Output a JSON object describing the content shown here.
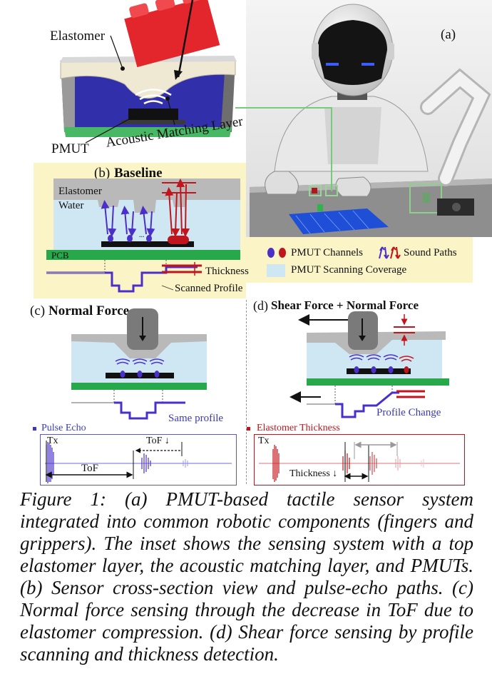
{
  "panel_a": {
    "tag": "(a)",
    "elastomer_label": "Elastomer",
    "pmut_label": "PMUT",
    "matching_layer_label": "Acoustic Matching Layer"
  },
  "panel_b": {
    "tag": "(b)",
    "title": "Baseline",
    "elastomer_label": "Elastomer",
    "water_label": "Water",
    "pcb_label": "PCB",
    "thickness_label": "Thickness",
    "scanned_label": "Scanned Profile",
    "dots": "..."
  },
  "legend": {
    "channels_label": "PMUT Channels",
    "paths_label": "Sound Paths",
    "coverage_label": "PMUT Scanning Coverage"
  },
  "panel_c": {
    "tag": "(c)",
    "title": "Normal Force",
    "same_profile_label": "Same profile",
    "signal_legend": "Pulse Echo",
    "tx_label": "Tx",
    "tof_label": "ToF",
    "tof_down_label": "ToF ↓"
  },
  "panel_d": {
    "tag": "(d)",
    "title": "Shear Force + Normal Force",
    "profile_change_label": "Profile Change",
    "signal_legend": "Elastomer Thickness",
    "tx_label": "Tx",
    "thickness_down_label": "Thickness ↓"
  },
  "caption": "Figure 1: (a) PMUT-based tactile sensor system integrated into common robotic components (fingers and grippers). The inset shows the sensing system with a top elastomer layer, the acoustic matching layer, and PMUTs. (b) Sensor cross-section view and pulse-echo paths. (c) Normal force sensing through the decrease in ToF due to elastomer compression. (d) Shear force sensing by profile scanning and thickness detection.",
  "colors": {
    "panel_background": "#fbf4c7",
    "water": "#cfe6f3",
    "elastomer": "#b9b9b9",
    "pcb": "#27a84a",
    "pmut_blue": "#4a2fc9",
    "pmut_red": "#c0151c",
    "frame_blue": "#5a58c8",
    "frame_red": "#c0151c"
  }
}
